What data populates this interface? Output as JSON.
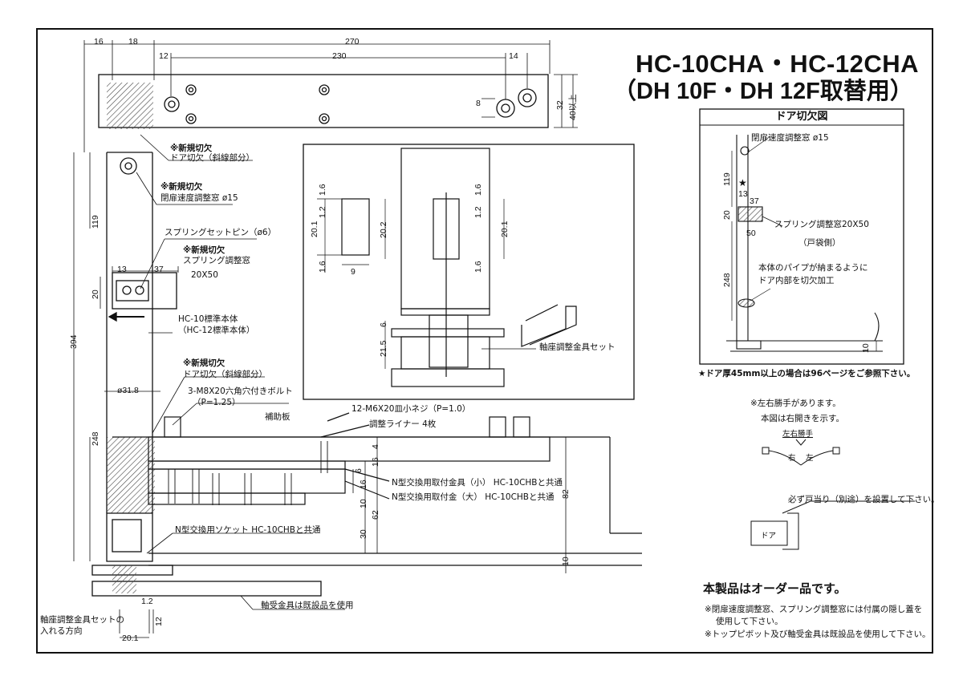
{
  "title": {
    "line1": "HC-10CHA・HC-12CHA",
    "line2": "（DH 10F・DH 12F取替用）"
  },
  "top_dims": {
    "d16": "16",
    "d18": "18",
    "d270": "270",
    "d12": "12",
    "d230": "230",
    "d14": "14",
    "d8": "8",
    "d32": "32",
    "d40": "40以上"
  },
  "left_labels": {
    "new_cut1": "※新規切欠",
    "door_cut1": "ドア切欠（斜線部分）",
    "new_cut2": "※新規切欠",
    "speed_window": "閉扉速度調整窓 ø15",
    "spring_pin": "スプリングセットピン（ø6）",
    "new_cut3": "※新規切欠",
    "spring_window": "スプリング調整窓",
    "spring_size": "20X50",
    "std_body1": "HC-10標準本体",
    "std_body2": "（HC-12標準本体）",
    "new_cut4": "※新規切欠",
    "door_cut2": "ドア切欠（斜線部分）",
    "bolt": "3-M8X20六角穴付きボルト",
    "bolt_pitch": "（P=1.25）",
    "screw": "12-M6X20皿小ネジ（P=1.0）",
    "liner": "調整ライナー 4枚",
    "aux_plate": "補助板",
    "fit_small": "N型交換用取付金具（小） HC-10CHBと共通",
    "fit_large": "N型交換用取付金（大） HC-10CHBと共通",
    "socket": "N型交換用ソケット HC-10CHBと共通",
    "bearing": "軸受金具は既設品を使用",
    "insert_dir1": "軸座調整金具セットの",
    "insert_dir2": "入れる方向"
  },
  "left_dims": {
    "d119": "119",
    "d394": "394",
    "d248": "248",
    "d20": "20",
    "d13": "13",
    "d37": "37",
    "d31_8": "ø31.8",
    "d4": "4",
    "d16a": "16",
    "d6": "6",
    "d16b": "16",
    "d10a": "10",
    "d62": "62",
    "d30": "30",
    "d82": "82",
    "d10b": "10",
    "d1_2": "1.2",
    "d12": "12",
    "d20_1": "20.1"
  },
  "detail": {
    "d1_6a": "1.6",
    "d1_2a": "1.2",
    "d20_1a": "20.1",
    "d1_6b": "1.6",
    "d9": "9",
    "d20_2": "20.2",
    "d1_6c": "1.6",
    "d1_2b": "1.2",
    "d20_1b": "20.1",
    "d1_6d": "1.6",
    "d6": "6",
    "d21_5": "21.5",
    "kit": "軸座調整金具セット"
  },
  "door_cut_box": {
    "title": "ドア切欠図",
    "speed_window": "閉扉速度調整窓 ø15",
    "d119": "119",
    "star": "★",
    "d13": "13",
    "d37": "37",
    "d20": "20",
    "spring_window": "スプリング調整窓20X50",
    "d50": "50",
    "pocket": "（戸袋側）",
    "d248": "248",
    "pipe1": "本体のパイプが納まるように",
    "pipe2": "ドア内部を切欠加工",
    "d10": "10"
  },
  "star_note": "★ドア厚45mm以上の場合は96ページをご参照下さい。",
  "hand_note1": "※左右勝手があります。",
  "hand_note2": "本図は右開きを示す。",
  "hand_label": "左右勝手",
  "hand_right": "右",
  "hand_left": "左",
  "stopper_note": "必ず戸当り（別途）を設置して下さい。",
  "door_label": "ドア",
  "order_note": "本製品はオーダー品です。",
  "footnote1": "※閉扉速度調整窓、スプリング調整窓には付属の隠し蓋を",
  "footnote2": "使用して下さい。",
  "footnote3": "※トップピボット及び軸受金具は既設品を使用して下さい。"
}
